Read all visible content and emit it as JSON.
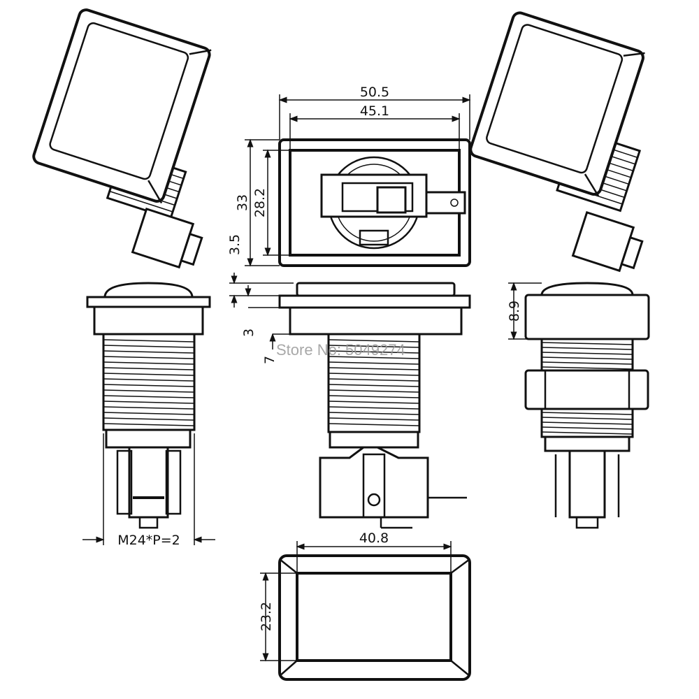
{
  "dimensions": {
    "overall_width": "50.5",
    "inner_width": "45.1",
    "overall_height": "33",
    "inner_height": "28.2",
    "flange_thickness": "3.5",
    "bezel_step": "3",
    "body_offset": "7",
    "cap_height": "8.9",
    "thread_spec": "M24*P=2",
    "cap_width": "40.8",
    "cap_depth": "23.2"
  },
  "watermark": "Store No: 5049274"
}
